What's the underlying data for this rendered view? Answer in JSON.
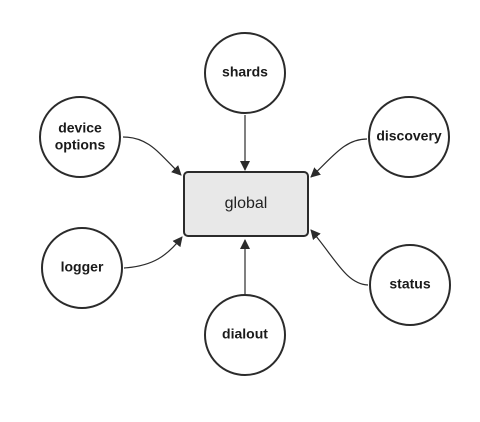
{
  "diagram": {
    "center": {
      "label": "global"
    },
    "nodes": [
      {
        "id": "shards",
        "lines": [
          "shards"
        ]
      },
      {
        "id": "device-options",
        "lines": [
          "device",
          "options"
        ]
      },
      {
        "id": "discovery",
        "lines": [
          "discovery"
        ]
      },
      {
        "id": "logger",
        "lines": [
          "logger"
        ]
      },
      {
        "id": "status",
        "lines": [
          "status"
        ]
      },
      {
        "id": "dialout",
        "lines": [
          "dialout"
        ]
      }
    ],
    "edges": [
      {
        "from": "shards",
        "to": "global"
      },
      {
        "from": "device-options",
        "to": "global"
      },
      {
        "from": "discovery",
        "to": "global"
      },
      {
        "from": "logger",
        "to": "global"
      },
      {
        "from": "status",
        "to": "global"
      },
      {
        "from": "dialout",
        "to": "global"
      }
    ]
  }
}
